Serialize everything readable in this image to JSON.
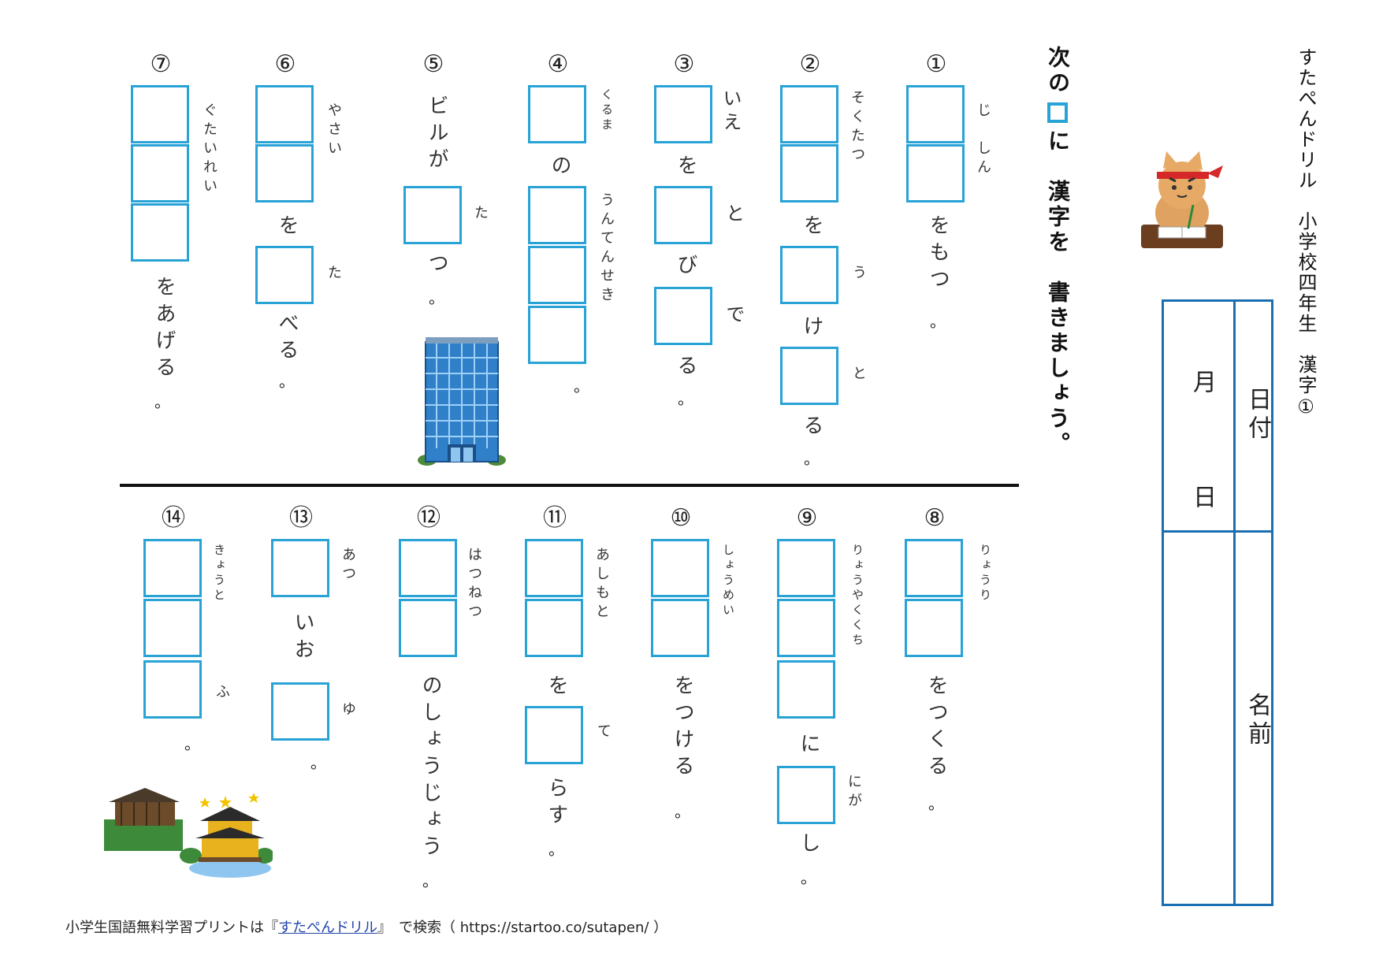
{
  "header": {
    "title": "すたぺんドリル　小学校四年生　漢字①",
    "instruction_before_box": "次の",
    "instruction_after_box": "に　漢字を　書きましょう。"
  },
  "form": {
    "date_label": "日付",
    "month_label": "月",
    "day_label": "日",
    "name_label": "名前"
  },
  "questions": [
    {
      "num": "①",
      "reading1": "じ　しん",
      "text1": "をもつ",
      "end": "。"
    },
    {
      "num": "②",
      "reading1": "そくたつ",
      "text1": "を",
      "reading2": "う",
      "text2": "け",
      "reading3": "と",
      "text3": "る",
      "end": "。"
    },
    {
      "num": "③",
      "reading1": "いえ",
      "text1": "を",
      "reading2": "と",
      "text2": "び",
      "reading3": "で",
      "text3": "る",
      "end": "。"
    },
    {
      "num": "④",
      "reading1": "くるま",
      "text1": "の",
      "reading2": "うんてんせき",
      "end": "。"
    },
    {
      "num": "⑤",
      "text0": "ビルが",
      "reading1": "た",
      "text1": "つ",
      "end": "。"
    },
    {
      "num": "⑥",
      "reading1": "やさい",
      "text1": "を",
      "reading2": "た",
      "text2": "べる",
      "end": "。"
    },
    {
      "num": "⑦",
      "reading1": "ぐたいれい",
      "text1": "をあげる",
      "end": "。"
    },
    {
      "num": "⑧",
      "reading1": "りょうり",
      "text1": "をつくる",
      "end": "。"
    },
    {
      "num": "⑨",
      "reading1": "りょうやくくち",
      "text1": "に",
      "reading2": "にが",
      "text2": "し",
      "end": "。"
    },
    {
      "num": "⑩",
      "reading1": "しょうめい",
      "text1": "をつける",
      "end": "。"
    },
    {
      "num": "⑪",
      "reading1": "あしもと",
      "text1": "を",
      "reading2": "て",
      "text2": "らす",
      "end": "。"
    },
    {
      "num": "⑫",
      "reading1": "はつねつ",
      "text1": "のしょうじょう",
      "end": "。"
    },
    {
      "num": "⑬",
      "reading1": "あつ",
      "text1": "いお",
      "reading2": "ゆ",
      "end": "。"
    },
    {
      "num": "⑭",
      "reading1": "きょうと",
      "reading1b": "ふ",
      "end": "。"
    }
  ],
  "footer": {
    "prefix": "小学生国語無料学習プリントは『",
    "link": "すたぺんドリル",
    "suffix": "』　で検索（ https://startoo.co/sutapen/ ）"
  },
  "colors": {
    "box_border": "#29a3d6",
    "table_border": "#1b6fb0"
  }
}
